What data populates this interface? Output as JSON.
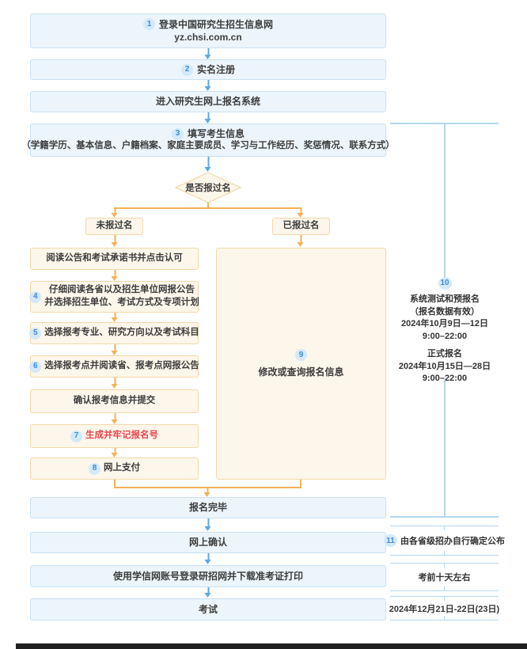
{
  "colors": {
    "box_blue_fill": "#ecf5fc",
    "box_blue_border": "#c8e1f3",
    "box_cream_fill": "#fdf6ea",
    "box_cream_border": "#f2d8a8",
    "arrow_blue": "#58a8e8",
    "arrow_orange": "#f4b157",
    "badge_bg": "#d3e9f9",
    "badge_text": "#3e8cd6",
    "bracket_line": "#b3d7ee",
    "red_text": "#e9444d",
    "text": "#3d3d3d"
  },
  "flow": {
    "step1": {
      "num": "1",
      "title": "登录中国研究生招生信息网",
      "url": "yz.chsi.com.cn"
    },
    "step2": {
      "num": "2",
      "label": "实名注册"
    },
    "enter_system": {
      "label": "进入研究生网上报名系统"
    },
    "step3": {
      "num": "3",
      "title": "填写考生信息",
      "detail": "（学籍学历、基本信息、户籍档案、家庭主要成员、学习与工作经历、奖惩情况、联系方式）"
    },
    "decision": {
      "label": "是否报过名"
    },
    "branch_new": {
      "label": "未报过名"
    },
    "branch_old": {
      "label": "已报过名"
    },
    "left_steps": [
      {
        "label": "阅读公告和考试承诺书并点击认可"
      },
      {
        "num": "4",
        "line1": "仔细阅读各省以及招生单位网报公告",
        "line2": "并选择招生单位、考试方式及专项计划"
      },
      {
        "num": "5",
        "label": "选择报考专业、研究方向以及考试科目"
      },
      {
        "num": "6",
        "label": "选择报考点并阅读省、报考点网报公告"
      },
      {
        "label": "确认报考信息并提交"
      },
      {
        "num": "7",
        "label": "生成并牢记报名号"
      },
      {
        "num": "8",
        "label": "网上支付"
      }
    ],
    "modify": {
      "num": "9",
      "label": "修改或查询报名信息"
    },
    "finish": {
      "label": "报名完毕"
    },
    "confirm": {
      "label": "网上确认"
    },
    "download": {
      "label": "使用学信网账号登录研招网并下载准考证打印"
    },
    "exam": {
      "label": "考试"
    }
  },
  "timeline": {
    "registration": {
      "num": "10",
      "test_title": "系统测试和预报名",
      "test_note": "（报名数据有效）",
      "test_date": "2024年10月9日—12日",
      "test_time": "9:00–22:00",
      "official_title": "正式报名",
      "official_date": "2024年10月15日—28日",
      "official_time": "9:00–22:00"
    },
    "confirm_note": {
      "num": "11",
      "label": "由各省级招办自行确定公布"
    },
    "download_note": {
      "label": "考前十天左右"
    },
    "exam_note": {
      "label": "2024年12月21日-22日(23日)"
    }
  }
}
